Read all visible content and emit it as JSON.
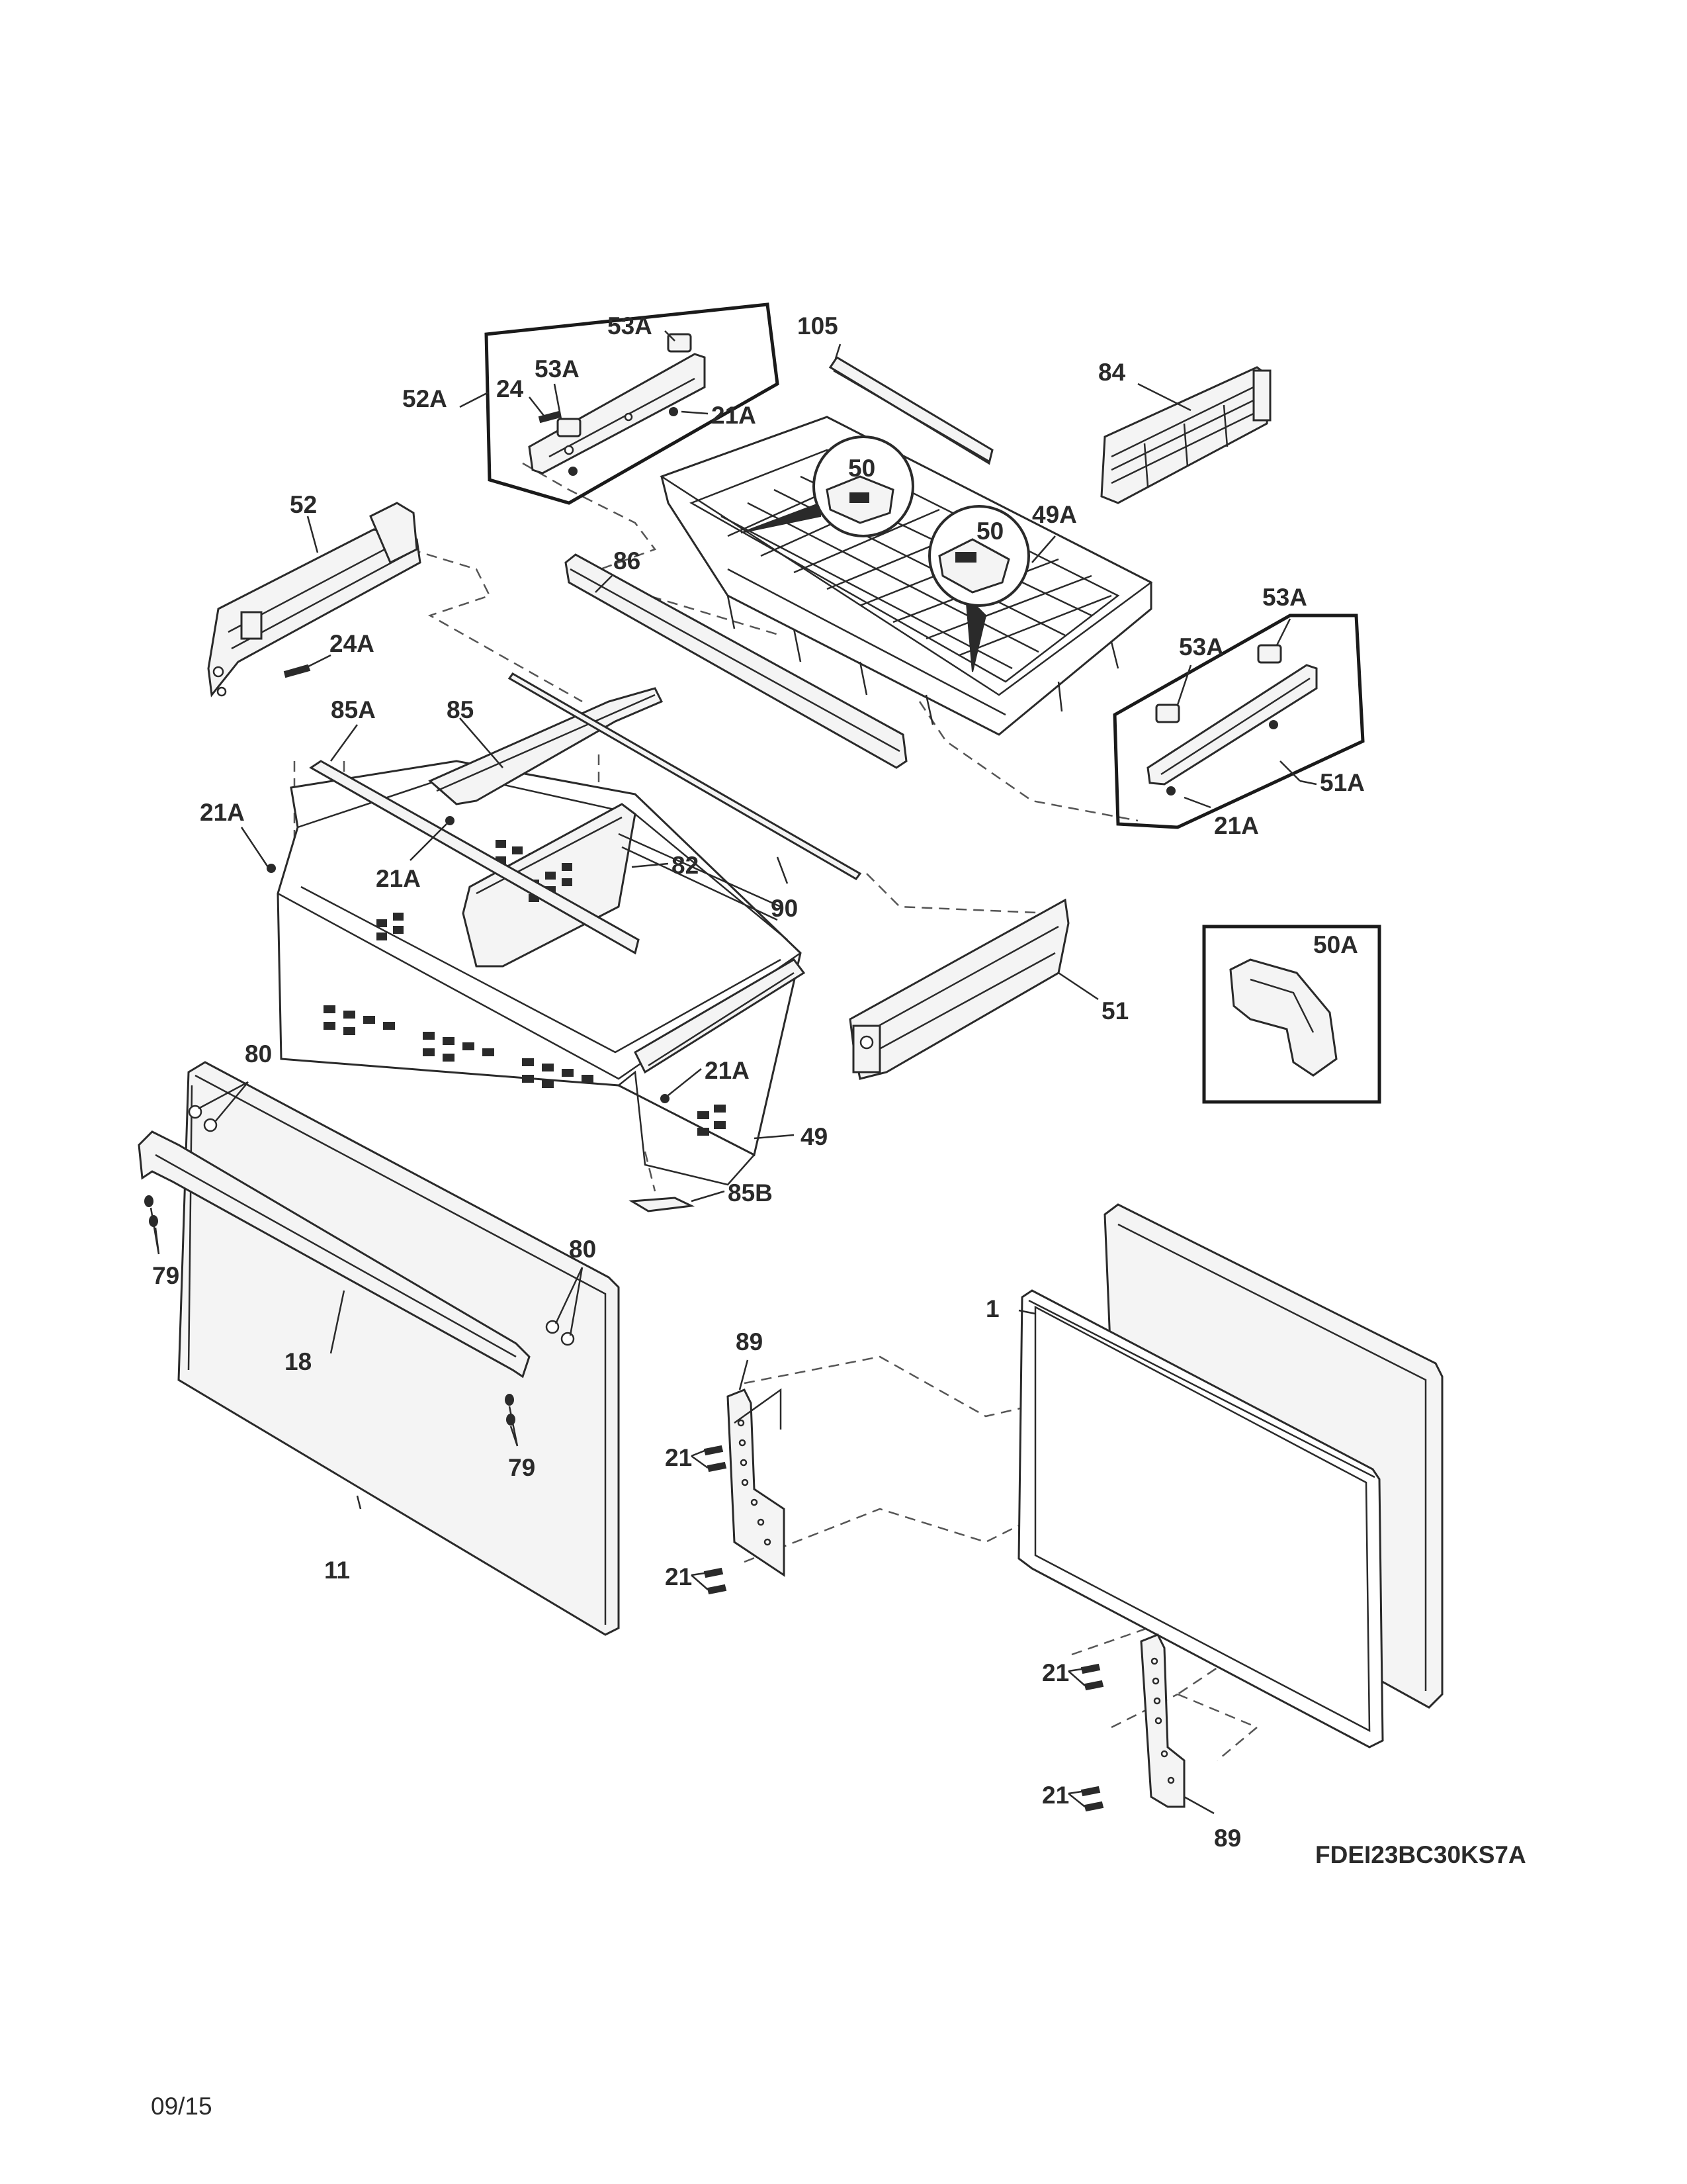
{
  "labels": {
    "p53a_top": "53A",
    "p53a_inner": "53A",
    "p24": "24",
    "p52a": "52A",
    "p21a_top": "21A",
    "p105": "105",
    "p84": "84",
    "p50_a": "50",
    "p50_b": "50",
    "p49a": "49A",
    "p52": "52",
    "p86": "86",
    "p24a": "24A",
    "p53a_right_top": "53A",
    "p53a_right": "53A",
    "p85a": "85A",
    "p85": "85",
    "p51a": "51A",
    "p21a_right": "21A",
    "p21a_left": "21A",
    "p21a_mid": "21A",
    "p82": "82",
    "p90": "90",
    "p50a": "50A",
    "p51": "51",
    "p80_left": "80",
    "p21a_bottom": "21A",
    "p49": "49",
    "p85b": "85B",
    "p79_left": "79",
    "p80_right": "80",
    "p1": "1",
    "p89_top": "89",
    "p18": "18",
    "p79_right": "79",
    "p21_a": "21",
    "p21_b": "21",
    "p11": "11",
    "p21_c": "21",
    "p21_d": "21",
    "p89_bottom": "89"
  },
  "model_number": "FDEI23BC30KS7A",
  "date_code": "09/15"
}
